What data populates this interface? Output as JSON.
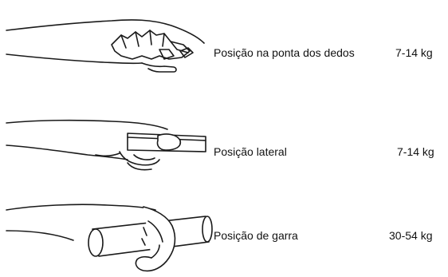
{
  "grips": [
    {
      "icon": "fingertip-pinch-hand-icon",
      "label": "Posição na ponta dos dedos",
      "value": "7-14 kg"
    },
    {
      "icon": "lateral-pinch-hand-icon",
      "label": "Posição lateral",
      "value": "7-14 kg"
    },
    {
      "icon": "cylindrical-grip-hand-icon",
      "label": "Posição de garra",
      "value": "30-54 kg"
    }
  ]
}
